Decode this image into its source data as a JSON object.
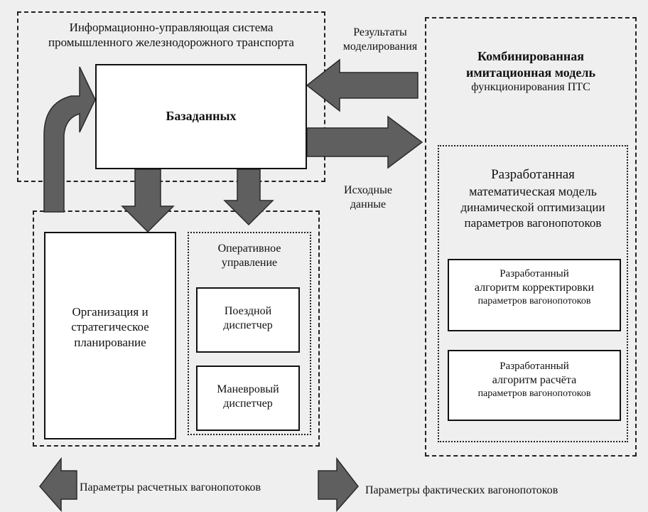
{
  "info_system": {
    "line1": "Информационно-управляющая система",
    "line2": "промышленного железнодорожного транспорта"
  },
  "database": {
    "label": "Базаданных"
  },
  "results": {
    "line1": "Результаты",
    "line2": "моделирования"
  },
  "source_data": {
    "line1": "Исходные",
    "line2": "данные"
  },
  "combined_model": {
    "line1": "Комбинированная",
    "line2": "имитационная модель",
    "line3": "функционирования ПТС"
  },
  "math_model": {
    "line1": "Разработанная",
    "line2": "математическая модель",
    "line3": "динамической оптимизации",
    "line4": "параметров вагонопотоков"
  },
  "algo_correction": {
    "line1": "Разработанный",
    "line2": "алгоритм корректировки",
    "line3": "параметров вагонопотоков"
  },
  "algo_calculation": {
    "line1": "Разработанный",
    "line2": "алгоритм расчёта",
    "line3": "параметров вагонопотоков"
  },
  "organization": {
    "line1": "Организация и",
    "line2": "стратегическое",
    "line3": "планирование"
  },
  "operational": {
    "line1": "Оперативное",
    "line2": "управление"
  },
  "train_dispatcher": {
    "line1": "Поездной",
    "line2": "диспетчер"
  },
  "shunting_dispatcher": {
    "line1": "Маневровый",
    "line2": "диспетчер"
  },
  "legend": {
    "calculated": "Параметры расчетных вагонопотоков",
    "actual": "Параметры фактических вагонопотоков"
  },
  "colors": {
    "arrow_fill": "#5f5f5f",
    "arrow_stroke": "#2a2a2a",
    "box_fill": "#ffffff",
    "background": "#efefef"
  }
}
